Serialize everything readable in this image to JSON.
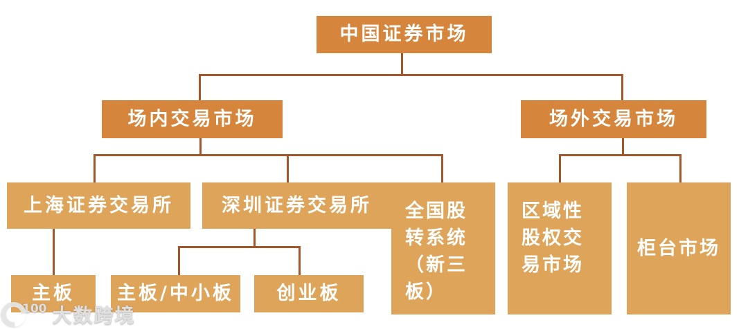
{
  "palette": {
    "box_dark_orange": "#D5863C",
    "box_light_tan": "#DDA45A",
    "connector_line": "#A4552A",
    "node_text": "#FFFFFF"
  },
  "nodes": {
    "root": "中国证券市场",
    "onsite": "场内交易市场",
    "offsite": "场外交易市场",
    "sse": "上海证券交易所",
    "szse": "深圳证券交易所",
    "neeq": "全国股转系统（新三板）",
    "regional": "区域性股权交易市场",
    "counter": "柜台市场",
    "main_board": "主板",
    "main_sme_board": "主板/中小板",
    "chinext": "创业板"
  },
  "hierarchy": {
    "label": "中国证券市场",
    "children": [
      {
        "label": "场内交易市场",
        "children": [
          {
            "label": "上海证券交易所",
            "children": [
              {
                "label": "主板"
              }
            ]
          },
          {
            "label": "深圳证券交易所",
            "children": [
              {
                "label": "主板/中小板"
              },
              {
                "label": "创业板"
              }
            ]
          },
          {
            "label": "全国股转系统（新三板）"
          }
        ]
      },
      {
        "label": "场外交易市场",
        "children": [
          {
            "label": "区域性股权交易市场"
          },
          {
            "label": "柜台市场"
          }
        ]
      }
    ]
  },
  "watermark": {
    "logo_text": "100",
    "brand": "大数跨境"
  }
}
